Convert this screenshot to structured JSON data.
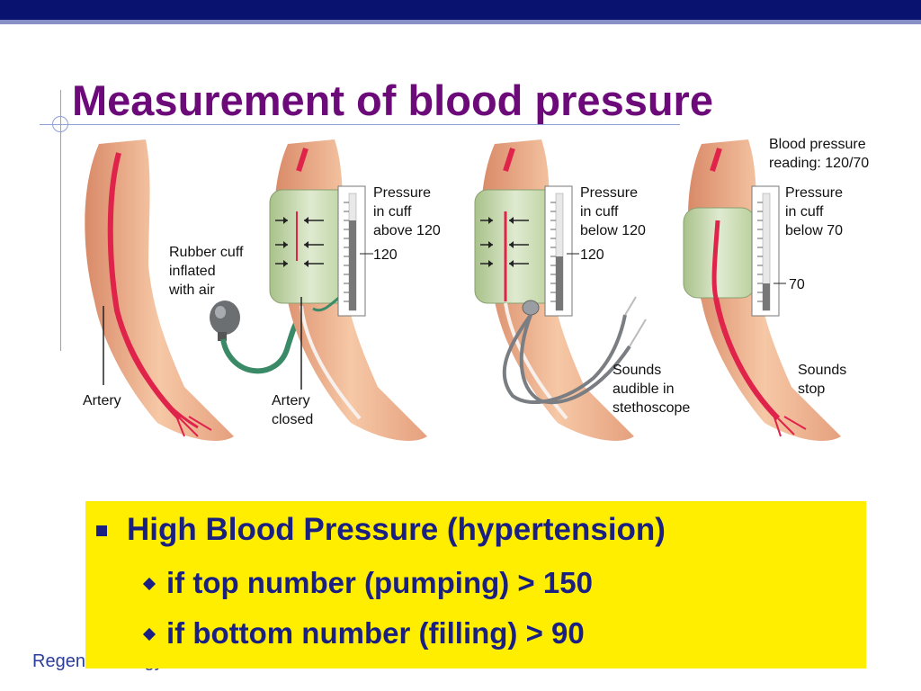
{
  "slide": {
    "title": "Measurement of blood pressure",
    "footer": "Regents Biology"
  },
  "figure": {
    "labels": {
      "artery": "Artery",
      "rubber_cuff": [
        "Rubber cuff",
        "inflated",
        "with air"
      ],
      "artery_closed": [
        "Artery",
        "closed"
      ],
      "panel2_pressure": [
        "Pressure",
        "in cuff",
        "above 120"
      ],
      "panel2_tick": "120",
      "panel3_pressure": [
        "Pressure",
        "in cuff",
        "below 120"
      ],
      "panel3_tick": "120",
      "panel3_sounds": [
        "Sounds",
        "audible in",
        "stethoscope"
      ],
      "reading": [
        "Blood pressure",
        "reading: 120/70"
      ],
      "panel4_pressure": [
        "Pressure",
        "in cuff",
        "below 70"
      ],
      "panel4_tick": "70",
      "panel4_sounds": [
        "Sounds",
        "stop"
      ]
    },
    "icons": [
      "arm",
      "artery",
      "pressure-cuff",
      "bulb-pump",
      "manometer",
      "stethoscope"
    ]
  },
  "callout": {
    "heading": "High Blood Pressure (hypertension)",
    "items": [
      "if top number (pumping) > 150",
      "if bottom number (filling) > 90"
    ],
    "background": "#ffee00",
    "text_color": "#1a1f82"
  },
  "colors": {
    "top_bar": "#0a1270",
    "title": "#6b0a78",
    "artery": "#e0234a",
    "skin": "#f0b896",
    "cuff": "#c9dbb0"
  }
}
